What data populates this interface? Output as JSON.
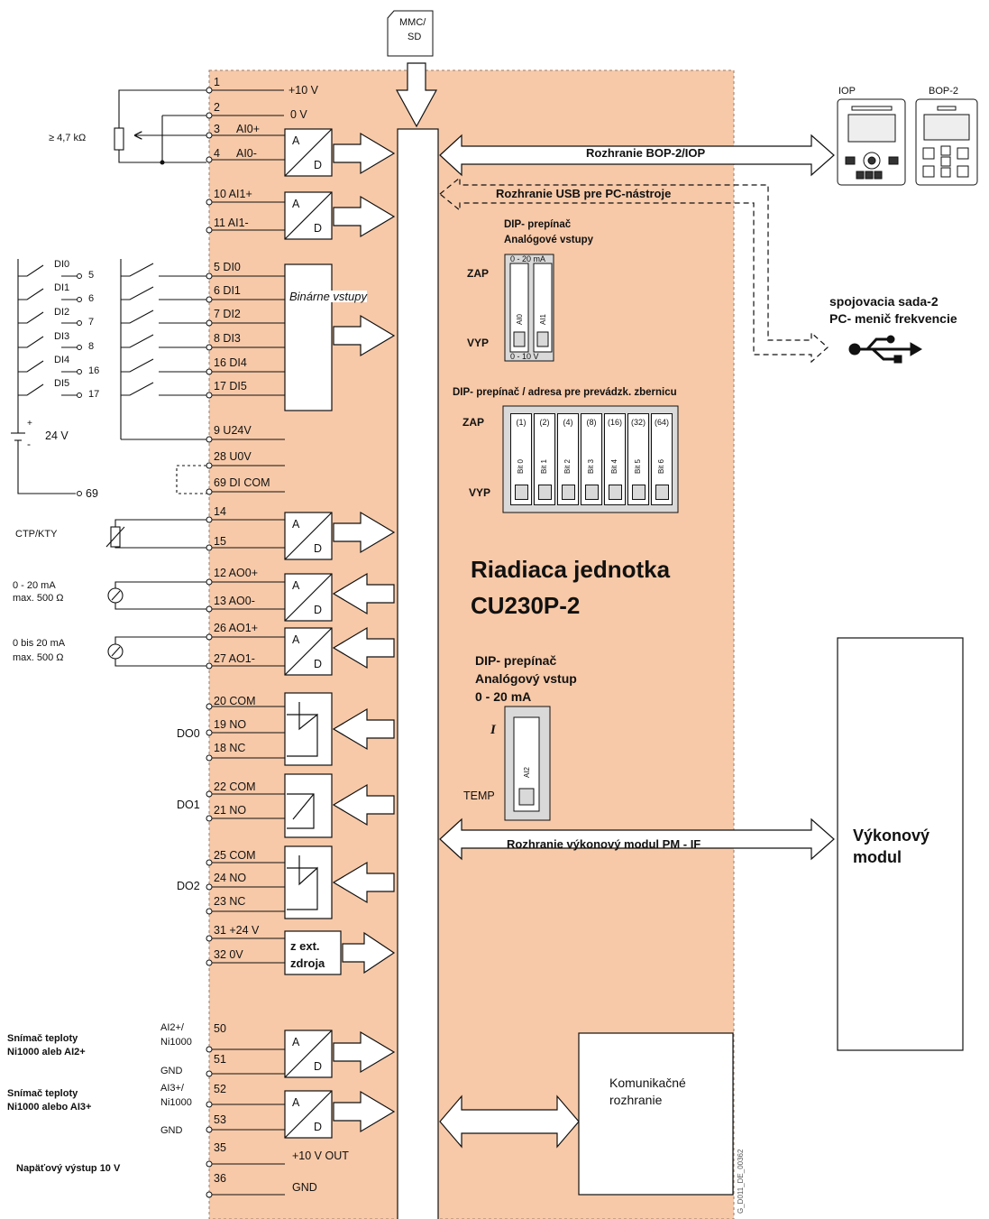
{
  "top_connector": {
    "line1": "MMC/",
    "line2": "SD"
  },
  "panels": {
    "iop": "IOP",
    "bop2": "BOP-2"
  },
  "potentiometer_label": "≥ 4,7 kΩ",
  "terminals": {
    "t1": "1",
    "t1_label": "+10 V",
    "t2": "2",
    "t2_label": "0 V",
    "t3": "3",
    "t3_label": "AI0+",
    "t4": "4",
    "t4_label": "AI0-",
    "t10": "10 AI1+",
    "t11": "11 AI1-",
    "di": [
      "5  DI0",
      "6  DI1",
      "7  DI2",
      "8  DI3",
      "16 DI4",
      "17 DI5"
    ],
    "t9": "9   U24V",
    "t28": "28 U0V",
    "t69": "69 DI COM",
    "t14": "14",
    "t15": "15",
    "t12": "12 AO0+",
    "t13": "13 AO0-",
    "t26": "26 AO1+",
    "t27": "27 AO1-",
    "t20": "20 COM",
    "t19": "19 NO",
    "t18": "18 NC",
    "t22": "22 COM",
    "t21": "21 NO",
    "t25": "25 COM",
    "t24": "24 NO",
    "t23": "23 NC",
    "t31": "31 +24 V",
    "t32": "32 0V",
    "t50": "50",
    "t51": "51",
    "t52": "52",
    "t53": "53",
    "t35": "35",
    "t35_label": "+10 V OUT",
    "t36": "36",
    "t36_label": "GND"
  },
  "switch_labels": [
    "DI0",
    "DI1",
    "DI2",
    "DI3",
    "DI4",
    "DI5"
  ],
  "switch_nums": [
    "5",
    "6",
    "7",
    "8",
    "16",
    "17"
  ],
  "supply": {
    "voltage": "24 V",
    "plus": "+",
    "minus": "-",
    "di_com": "69"
  },
  "binary_inputs": "Binárne vstupy",
  "ad": {
    "a": "A",
    "d": "D"
  },
  "ext_supply": {
    "line1": "z ext.",
    "line2": "zdroja"
  },
  "left_labels": {
    "ctp": "CTP/KTY",
    "ao0_1": "0  -  20 mA",
    "ao0_2": "max. 500 Ω",
    "ao1_1": "0 bis 20 mA",
    "ao1_2": "max. 500 Ω",
    "do0": "DO0",
    "do1": "DO1",
    "do2": "DO2",
    "s1_1": "Snímač teploty",
    "s1_2": "Ni1000 aleb AI2+",
    "ai2": "AI2+/",
    "ni1": "Ni1000",
    "gnd1": "GND",
    "s2_1": "Snímač teploty",
    "s2_2": "Ni1000 alebo AI3+",
    "ai3": "AI3+/",
    "ni2": "Ni1000",
    "gnd2": "GND",
    "out10": "Napäťový výstup 10 V"
  },
  "interfaces": {
    "bop": "Rozhranie  BOP-2/IOP",
    "usb": "Rozhranie USB pre PC-nástroje",
    "pm": "Rozhranie výkonový modul PM - IF",
    "usb_kit1": "spojovacia sada-2",
    "usb_kit2": "PC- menič frekvencie"
  },
  "dip1": {
    "title1": "DIP- prepínač",
    "title2": "Analógové vstupy",
    "on": "ZAP",
    "off": "VYP",
    "range_top": "0  -  20 mA",
    "range_bot": "0  -  10 V",
    "sw": [
      "AI0",
      "AI1"
    ]
  },
  "dip2": {
    "title": "DIP- prepínač / adresa pre prevádzk. zbernicu",
    "on": "ZAP",
    "off": "VYP",
    "values": [
      "(1)",
      "(2)",
      "(4)",
      "(8)",
      "(16)",
      "(32)",
      "(64)"
    ],
    "bits": [
      "Bit 0",
      "Bit 1",
      "Bit 2",
      "Bit 3",
      "Bit 4",
      "Bit 5",
      "Bit 6"
    ]
  },
  "dip3": {
    "title1": "DIP- prepínač",
    "title2": "Analógový vstup",
    "title3": "0 - 20 mA",
    "on": "I",
    "off": "TEMP",
    "sw": "AI2"
  },
  "unit": {
    "line1": "Riadiaca jednotka",
    "line2": "CU230P-2"
  },
  "power_module": {
    "line1": "Výkonový",
    "line2": "modul"
  },
  "comm": {
    "line1": "Komunikačné",
    "line2": "rozhranie"
  },
  "figure_id": "G_D011_DE_00362",
  "colors": {
    "panel": "#f7c9a8",
    "line": "#111111",
    "dip_bg": "#d9d9d9"
  }
}
